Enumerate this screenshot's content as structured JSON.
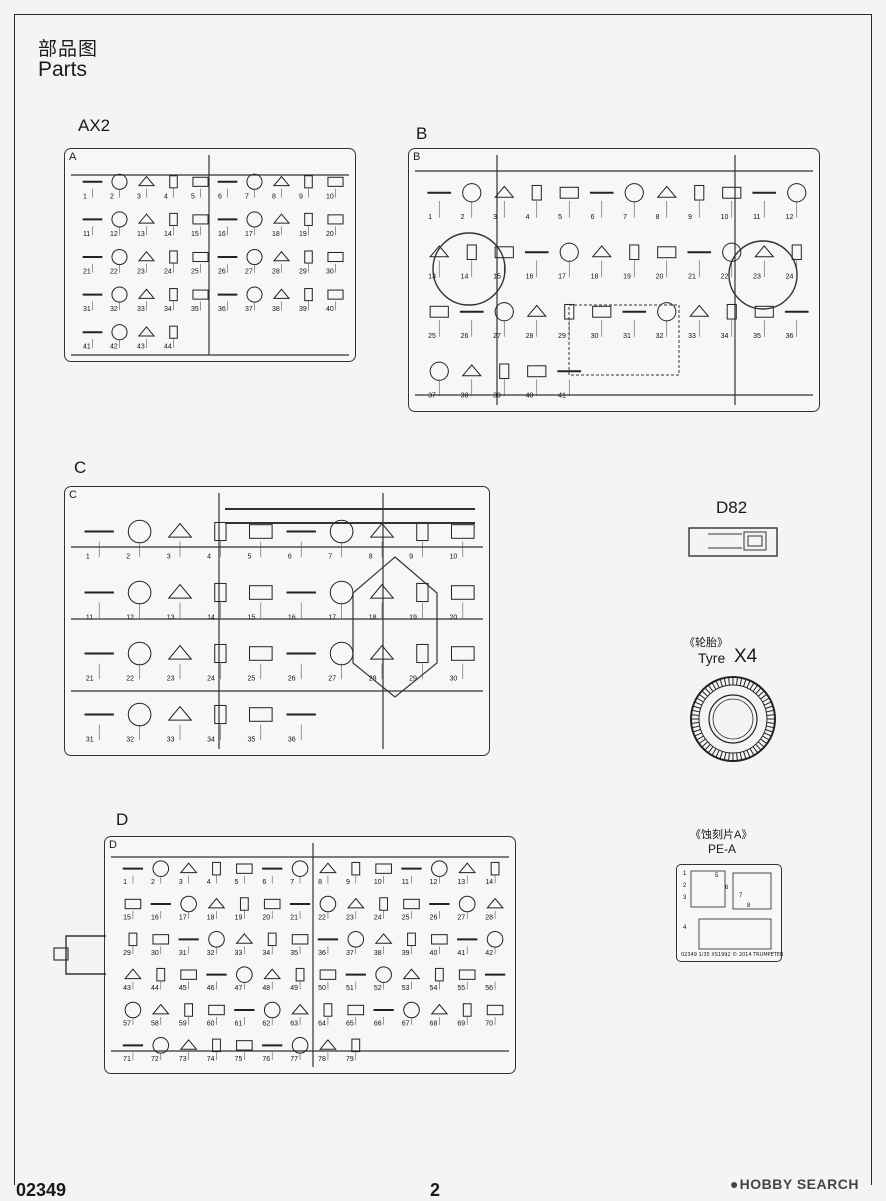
{
  "header": {
    "title_cn": "部品图",
    "title_en": "Parts"
  },
  "sprues": {
    "ax2": {
      "label": "AX2",
      "corner": "A",
      "numbers": [
        "1",
        "2",
        "3",
        "4",
        "5",
        "6",
        "7",
        "8",
        "9",
        "10",
        "11",
        "12",
        "13",
        "14",
        "15",
        "16",
        "17",
        "18",
        "19",
        "20",
        "21",
        "22",
        "23",
        "24",
        "25",
        "26",
        "27",
        "28",
        "29",
        "30",
        "31",
        "32",
        "33",
        "34",
        "35",
        "36",
        "37",
        "38",
        "39",
        "40",
        "41",
        "42",
        "43",
        "44"
      ]
    },
    "b": {
      "label": "B",
      "corner": "B",
      "numbers": [
        "1",
        "2",
        "3",
        "4",
        "5",
        "6",
        "7",
        "8",
        "9",
        "10",
        "11",
        "12",
        "13",
        "14",
        "15",
        "16",
        "17",
        "18",
        "19",
        "20",
        "21",
        "22",
        "23",
        "24",
        "25",
        "26",
        "27",
        "28",
        "29",
        "30",
        "31",
        "32",
        "33",
        "34",
        "35",
        "36",
        "37",
        "38",
        "39",
        "40",
        "41"
      ]
    },
    "c": {
      "label": "C",
      "corner": "C",
      "numbers": [
        "1",
        "2",
        "3",
        "4",
        "5",
        "6",
        "7",
        "8",
        "9",
        "10",
        "11",
        "12",
        "13",
        "14",
        "15",
        "16",
        "17",
        "18",
        "19",
        "20",
        "21",
        "22",
        "23",
        "24",
        "25",
        "26",
        "27",
        "28",
        "29",
        "30",
        "31",
        "32",
        "33",
        "34",
        "35",
        "36"
      ]
    },
    "d": {
      "label": "D",
      "corner": "D",
      "numbers": [
        "1",
        "2",
        "3",
        "4",
        "5",
        "6",
        "7",
        "8",
        "9",
        "10",
        "11",
        "12",
        "13",
        "14",
        "15",
        "16",
        "17",
        "18",
        "19",
        "20",
        "21",
        "22",
        "23",
        "24",
        "25",
        "26",
        "27",
        "28",
        "29",
        "30",
        "31",
        "32",
        "33",
        "34",
        "35",
        "36",
        "37",
        "38",
        "39",
        "40",
        "41",
        "42",
        "43",
        "44",
        "45",
        "46",
        "47",
        "48",
        "49",
        "50",
        "51",
        "52",
        "53",
        "54",
        "55",
        "56",
        "57",
        "58",
        "59",
        "60",
        "61",
        "62",
        "63",
        "64",
        "65",
        "66",
        "67",
        "68",
        "69",
        "70",
        "71",
        "72",
        "73",
        "74",
        "75",
        "76",
        "77",
        "78",
        "79"
      ]
    }
  },
  "d82": {
    "label": "D82"
  },
  "tyre": {
    "label_cn": "《轮胎》",
    "label_en": "Tyre",
    "qty": "X4"
  },
  "pe": {
    "label_cn": "《蚀刻片A》",
    "label_en": "PE-A",
    "numbers": [
      "1",
      "2",
      "3",
      "4",
      "5",
      "6",
      "7",
      "8"
    ],
    "code": "02349  1/35  XS1992  © 2014 TRUMPETER"
  },
  "footer": {
    "code": "02349",
    "page": "2"
  },
  "watermark": {
    "brand": "HOBBY SEARCH"
  },
  "colors": {
    "line": "#2a2a2a",
    "paper": "#f4f4f6"
  }
}
